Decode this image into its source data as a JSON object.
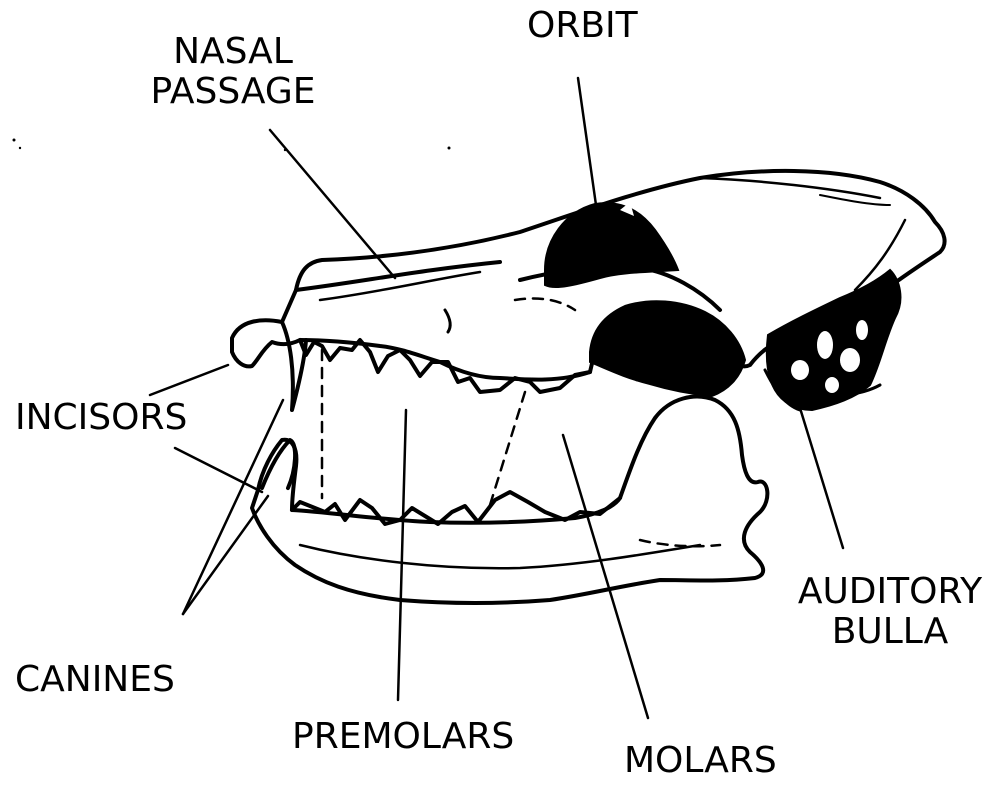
{
  "labels": {
    "nasal_passage_line1": "NASAL",
    "nasal_passage_line2": "PASSAGE",
    "orbit": "ORBIT",
    "incisors": "INCISORS",
    "canines": "CANINES",
    "premolars": "PREMOLARS",
    "molars": "MOLARS",
    "auditory_bulla_line1": "AUDITORY",
    "auditory_bulla_line2": "BULLA"
  },
  "colors": {
    "ink": "#000000",
    "background": "#ffffff"
  }
}
